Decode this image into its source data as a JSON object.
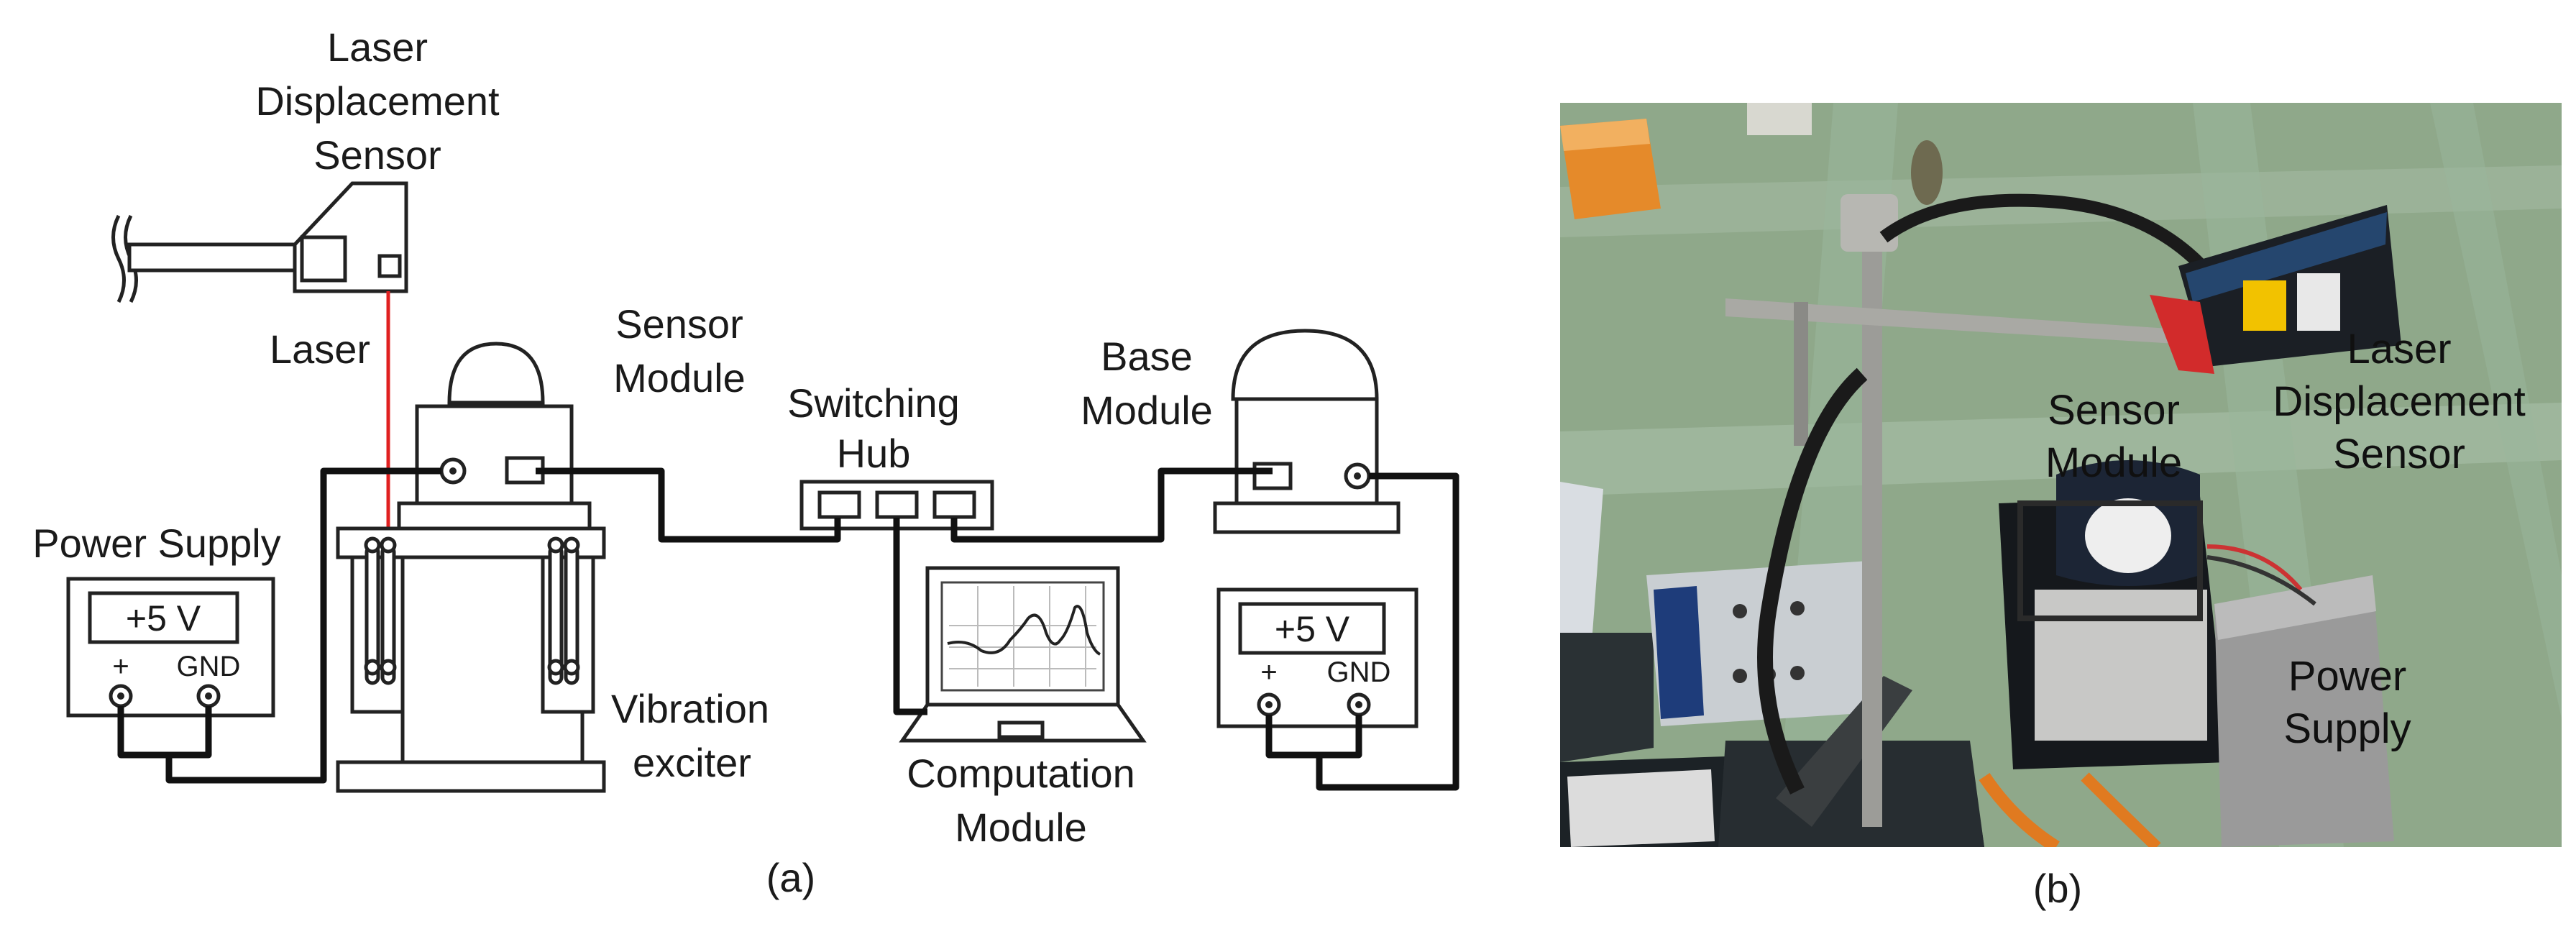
{
  "panel_a": {
    "caption": "(a)",
    "labels": {
      "laser_sensor_line1": "Laser",
      "laser_sensor_line2": "Displacement",
      "laser_sensor_line3": "Sensor",
      "laser": "Laser",
      "sensor_module_line1": "Sensor",
      "sensor_module_line2": "Module",
      "switching_hub_line1": "Switching",
      "switching_hub_line2": "Hub",
      "base_module_line1": "Base",
      "base_module_line2": "Module",
      "power_supply": "Power Supply",
      "vibration_line1": "Vibration",
      "vibration_line2": "exciter",
      "computation_line1": "Computation",
      "computation_line2": "Module"
    },
    "power_supply_left": {
      "display": "+5 V",
      "plus": "+",
      "gnd": "GND"
    },
    "power_supply_right": {
      "display": "+5 V",
      "plus": "+",
      "gnd": "GND"
    },
    "colors": {
      "laser_beam": "#e02020",
      "wire": "#111111"
    }
  },
  "panel_b": {
    "caption": "(b)",
    "labels": {
      "laser_line1": "Laser",
      "laser_line2": "Displacement",
      "laser_line3": "Sensor",
      "sensor_line1": "Sensor",
      "sensor_line2": "Module",
      "power_line1": "Power",
      "power_line2": "Supply"
    }
  }
}
